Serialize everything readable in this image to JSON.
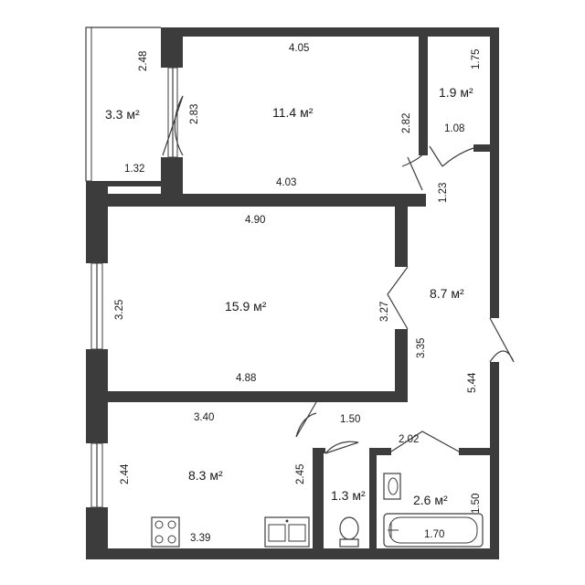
{
  "rooms": {
    "balcony": {
      "area": "3.3 м²",
      "width": "1.32",
      "length": "2.48"
    },
    "bedroom": {
      "area": "11.4 м²",
      "top": "4.05",
      "bottom": "4.03",
      "left": "2.83",
      "right": "2.82"
    },
    "storage": {
      "area": "1.9 м²",
      "width": "1.08",
      "length": "1.75"
    },
    "living": {
      "area": "15.9 м²",
      "top": "4.90",
      "bottom": "4.88",
      "left": "3.25",
      "right": "3.27"
    },
    "hall": {
      "area": "8.7 м²",
      "upper": "1.23",
      "middle": "3.35",
      "length": "5.44",
      "entry": "1.50"
    },
    "kitchen": {
      "area": "8.3 м²",
      "top": "3.40",
      "bottom": "3.39",
      "left": "2.44",
      "right": "2.45"
    },
    "toilet": {
      "area": "1.3 м²"
    },
    "bathroom": {
      "area": "2.6 м²",
      "width": "2.02",
      "depth": "1.50",
      "tub": "1.70"
    }
  },
  "colors": {
    "wall": "#3c3c3c",
    "background": "#ffffff",
    "text": "#1a1a1a"
  }
}
